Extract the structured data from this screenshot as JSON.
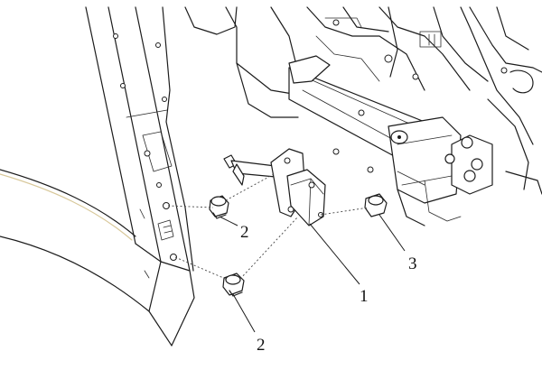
{
  "callouts": [
    {
      "id": "part-1",
      "label": "1"
    },
    {
      "id": "part-2-upper",
      "label": "2"
    },
    {
      "id": "part-2-lower",
      "label": "2"
    },
    {
      "id": "part-3",
      "label": "3"
    }
  ],
  "colors": {
    "line": "#1c1c1c",
    "background": "#ffffff",
    "door_edge_accent": "#d8c89a"
  }
}
